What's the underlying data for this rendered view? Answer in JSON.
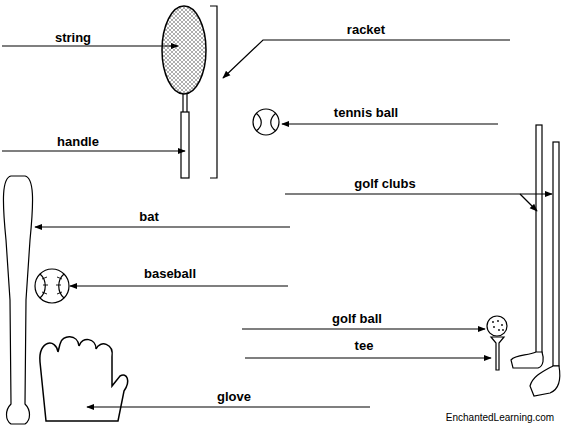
{
  "diagram": {
    "labels": [
      "string",
      "handle",
      "racket",
      "tennis ball",
      "golf clubs",
      "bat",
      "baseball",
      "golf ball",
      "tee",
      "glove",
      "EnchantedLearning.com"
    ]
  }
}
